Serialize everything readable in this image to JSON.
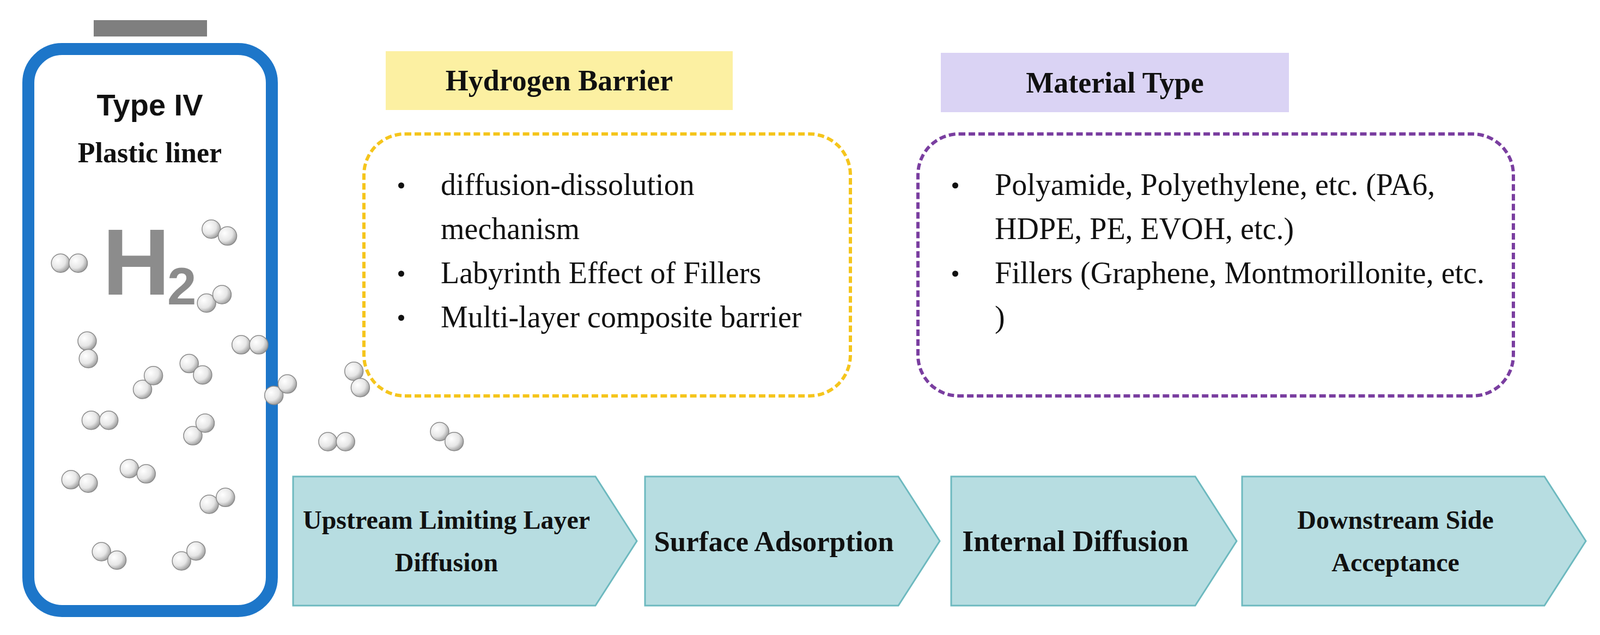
{
  "diagram": {
    "nodes": [
      {
        "text": [
          "Type IV",
          "Plastic liner"
        ]
      },
      {
        "text": [
          "Hydrogen Barrier"
        ]
      },
      {
        "text": [
          "diffusion-dissolution mechanism",
          "Labyrinth Effect of Fillers",
          "Multi-layer composite barrier"
        ]
      },
      {
        "text": [
          "Material Type"
        ]
      },
      {
        "text": [
          "Polyamide, Polyethylene, etc. (PA6, HDPE, PE, EVOH, etc.)",
          "Fillers (Graphene, Montmorillonite, etc. )"
        ]
      },
      {
        "text": [
          "Upstream Limiting Layer Diffusion"
        ]
      },
      {
        "text": [
          "Surface Adsorption"
        ]
      },
      {
        "text": [
          "Internal Diffusion"
        ]
      },
      {
        "text": [
          "Downstream Side Acceptance"
        ]
      }
    ],
    "labels": [
      "H",
      "2"
    ]
  }
}
